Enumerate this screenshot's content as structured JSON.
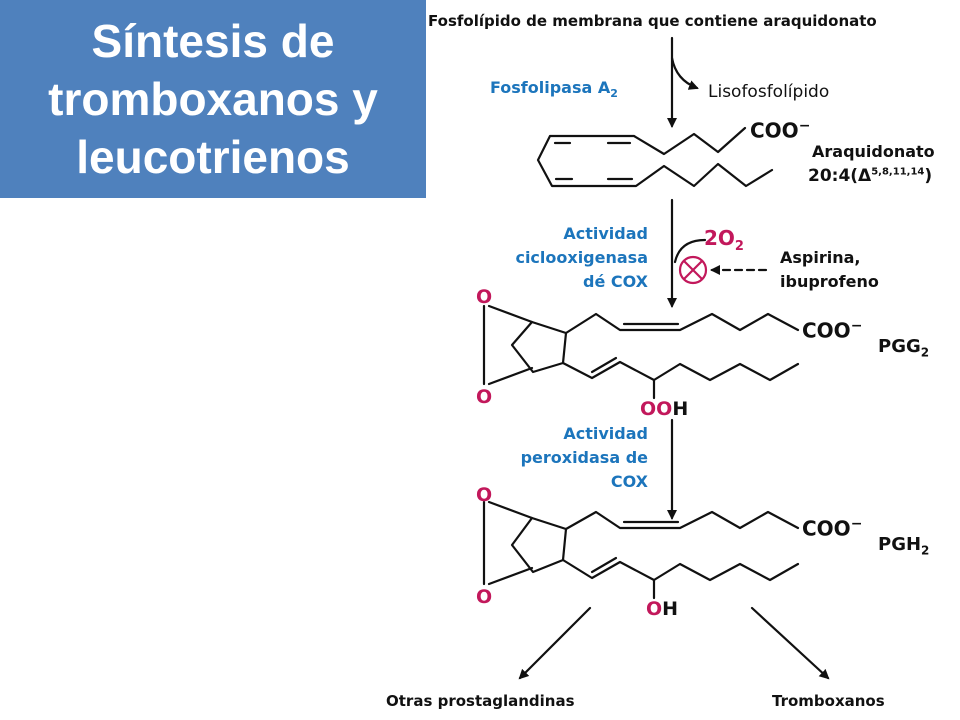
{
  "title": {
    "line1": "Síntesis de",
    "line2": "tromboxanos y",
    "line3": "leucotrienos"
  },
  "labels": {
    "substrate": "Fosfolípido de membrana que contiene araquidonato",
    "enzyme1": "Fosfolipasa A",
    "enzyme1_sub": "2",
    "byproduct": "Lisofosfolípido",
    "arachidonate_name": "Araquidonato",
    "arachidonate_formula": "20:4(Δ",
    "arachidonate_sup": "5,8,11,14",
    "arachidonate_close": ")",
    "coo": "COO",
    "coo_charge": "−",
    "cox_activity": [
      "Actividad",
      "ciclooxigenasa",
      "dé COX"
    ],
    "oxygen": "2O",
    "oxygen_sub": "2",
    "inhibitors": [
      "Aspirina,",
      "ibuprofeno"
    ],
    "pgg2": "PGG",
    "pgg2_sub": "2",
    "pgh2": "PGH",
    "pgh2_sub": "2",
    "peroxidase_activity": [
      "Actividad",
      "peroxidasa de",
      "COX"
    ],
    "ooh_o": "OO",
    "ooh_h": "H",
    "oh_o": "O",
    "oh_h": "H",
    "ring_o": "O",
    "product_left": "Otras prostaglandinas",
    "product_right": "Tromboxanos"
  },
  "colors": {
    "title_bg": "#4f81bd",
    "enzyme_blue": "#1c75bc",
    "oxygen_magenta": "#c2185b"
  }
}
